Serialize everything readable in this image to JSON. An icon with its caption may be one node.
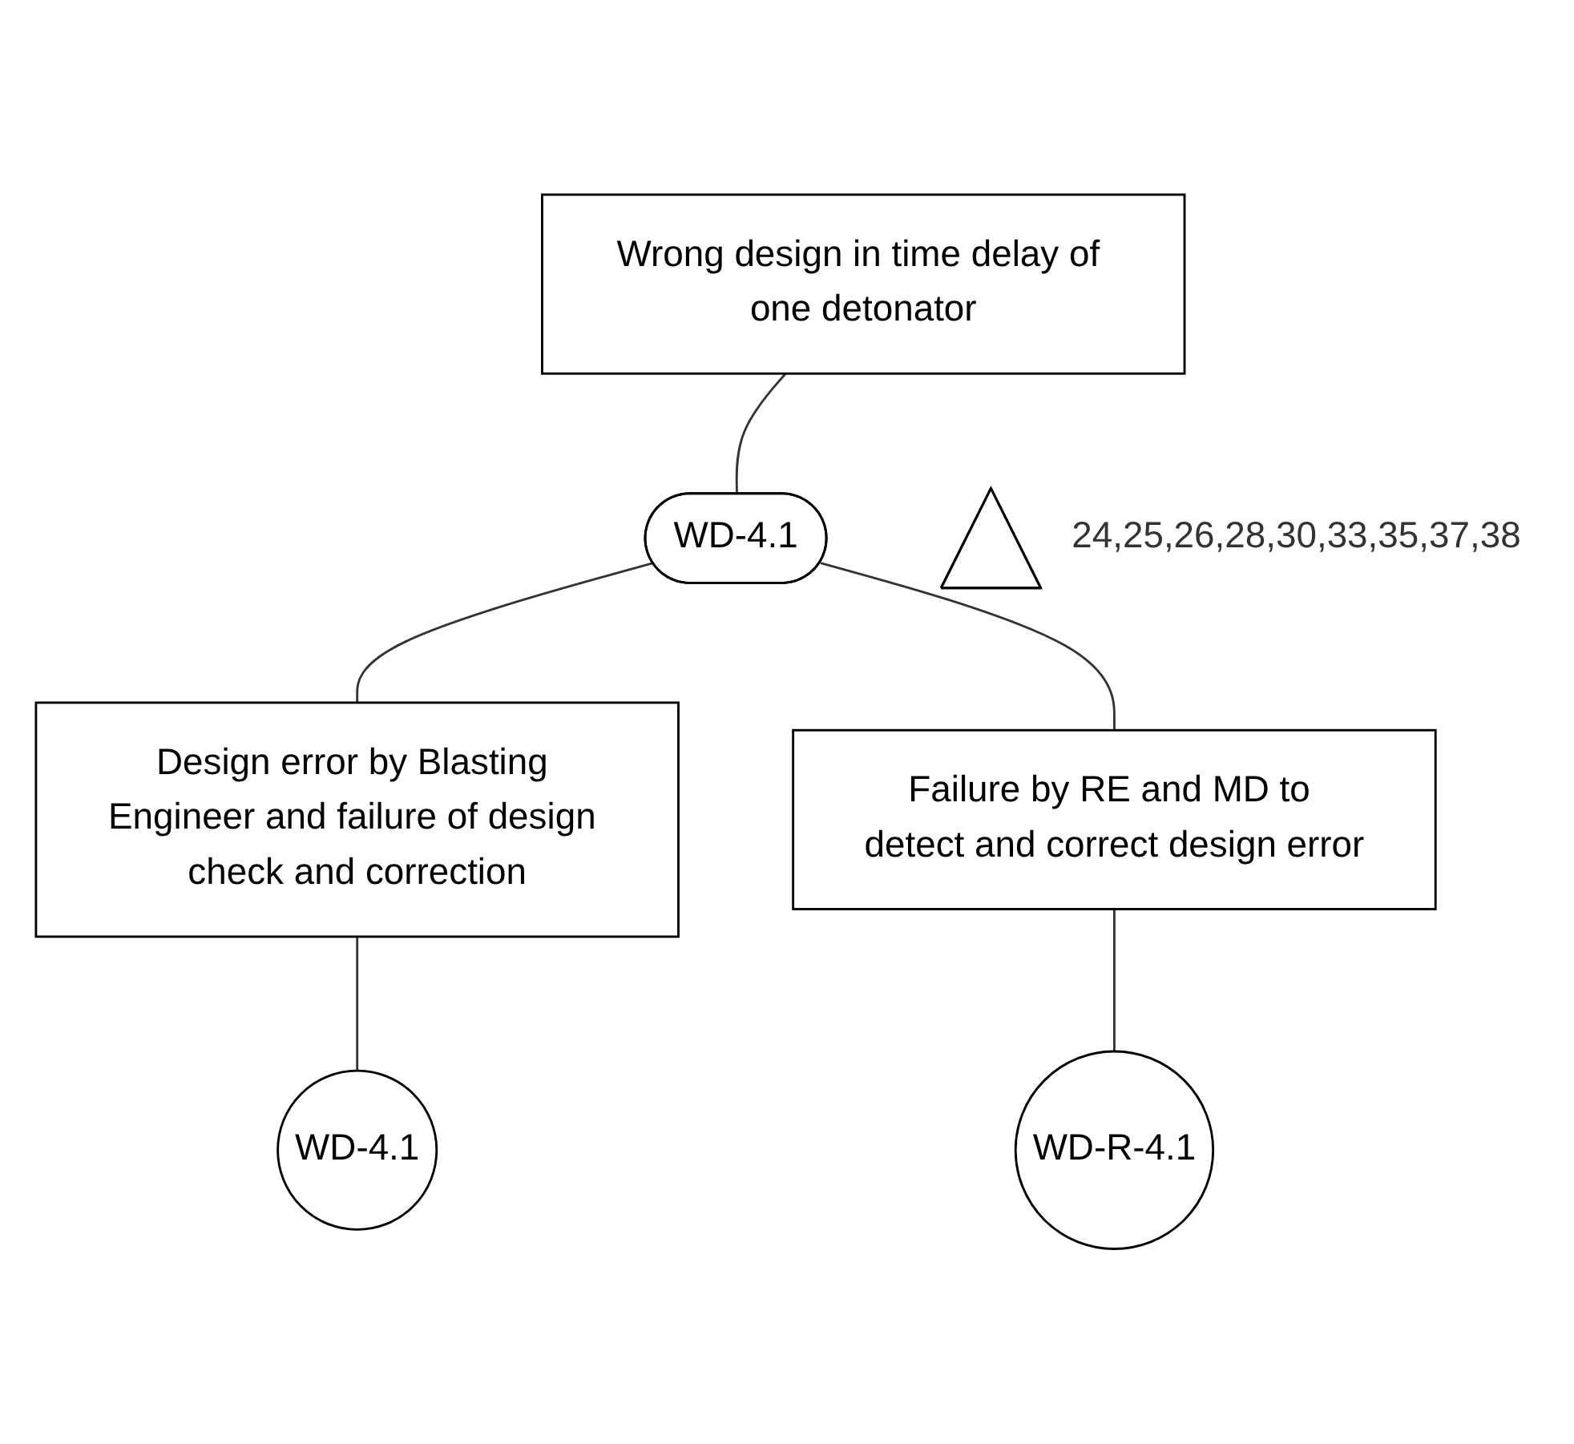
{
  "diagram": {
    "nodes": [
      {
        "text": [
          "Wrong design in time delay of one detonator"
        ]
      },
      {
        "text": [
          "WD-4.1"
        ]
      },
      {
        "text": [],
        "shape": "triangle",
        "beside": [
          "24,25,26,28,30,33,35,37,38"
        ]
      },
      {
        "text": [
          "Design error by Blasting Engineer and failure of design check and correction"
        ]
      },
      {
        "text": [
          "Failure by RE and MD to detect and correct design error"
        ]
      },
      {
        "text": [
          "WD-4.1"
        ]
      },
      {
        "text": [
          "WD-R-4.1"
        ]
      }
    ],
    "edges": [
      {
        "from": 0,
        "to": 1,
        "arrow": "none"
      },
      {
        "from": 1,
        "to": 3,
        "arrow": "none"
      },
      {
        "from": 1,
        "to": 4,
        "arrow": "none"
      },
      {
        "from": 3,
        "to": 5,
        "arrow": "none"
      },
      {
        "from": 4,
        "to": 6,
        "arrow": "none"
      }
    ]
  }
}
